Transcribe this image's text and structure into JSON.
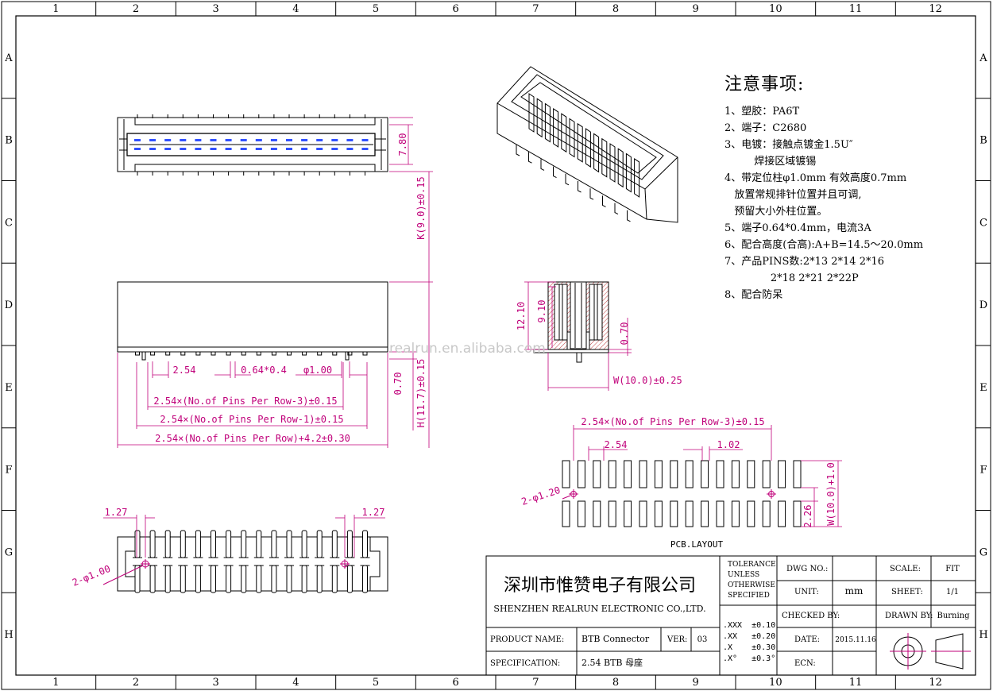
{
  "grid": {
    "columns": [
      "1",
      "2",
      "3",
      "4",
      "5",
      "6",
      "7",
      "8",
      "9",
      "10",
      "11",
      "12"
    ],
    "rows": [
      "A",
      "B",
      "C",
      "D",
      "E",
      "F",
      "G",
      "H"
    ]
  },
  "colors": {
    "line": "#000000",
    "dimension": "#c0007a",
    "pin": "#3050ff",
    "hatch": "#c04040"
  },
  "dims": {
    "top_height": "7.80",
    "overall_k": "K(9.0)±0.15",
    "pitch": "2.54",
    "terminal_size": "0.64*0.4",
    "post_dia": "φ1.00",
    "span_rows_minus_3": "2.54×(No.of Pins Per Row-3)±0.15",
    "span_rows_minus_1": "2.54×(No.of Pins Per Row-1)±0.15",
    "overall_length": "2.54×(No.of Pins Per Row)+4.2±0.30",
    "tail_len": "0.70",
    "overall_h": "H(11.7)±0.15",
    "sec_h1": "12.10",
    "sec_h2": "9.10",
    "sec_tail": "0.70",
    "sec_width": "W(10.0)±0.25",
    "bot_offset_l": "1.27",
    "bot_offset_r": "1.27",
    "bot_hole": "2-φ1.00",
    "pcb_span": "2.54×(No.of Pins Per Row-3)±0.15",
    "pcb_pitch": "2.54",
    "pcb_pad_w": "1.02",
    "pcb_hole": "2-φ1.20",
    "pcb_row": "2.26",
    "pcb_width": "W(10.0)+1.0",
    "pcb_label": "PCB.LAYOUT"
  },
  "watermark": "realrun.en.alibaba.com",
  "notes": {
    "title": "注意事项:",
    "items": [
      "1、塑胶：PA6T",
      "2、端子：C2680",
      "3、电镀：接触点镀金1.5U″",
      "         焊接区域镀锡",
      "4、带定位柱φ1.0mm 有效高度0.7mm",
      "   放置常规排针位置并且可调,",
      "   预留大小外柱位置。",
      "5、端子0.64*0.4mm，电流3A",
      "6、配合高度(合高):A+B=14.5～20.0mm",
      "7、产品PINS数:2*13 2*14 2*16",
      "              2*18 2*21 2*22P",
      "8、配合防呆"
    ]
  },
  "title_block": {
    "company_cn": "深圳市惟赞电子有限公司",
    "company_en": "SHENZHEN REALRUN ELECTRONIC CO.,LTD.",
    "tolerance_label": [
      "TOLERANCE",
      "UNLESS",
      "OTHERWISE",
      "SPECIFIED"
    ],
    "tolerances": [
      ".XXX  ±0.10",
      ".XX   ±0.20",
      ".X    ±0.30",
      ".X°   ±0.3°"
    ],
    "dwg_no_label": "DWG NO.:",
    "dwg_no": "",
    "unit_label": "UNIT:",
    "unit": "mm",
    "checked_label": "CHECKED BY:",
    "checked": "",
    "date_label": "DATE:",
    "date": "2015.11.16",
    "ecn_label": "ECN:",
    "ecn": "",
    "scale_label": "SCALE:",
    "scale": "FIT",
    "sheet_label": "SHEET:",
    "sheet": "1/1",
    "drawn_label": "DRAWN BY:",
    "drawn": "Burning",
    "product_label": "PRODUCT NAME:",
    "product": "BTB Connector",
    "ver_label": "VER:",
    "ver": "03",
    "spec_label": "SPECIFICATION:",
    "spec": "2.54 BTB 母座"
  }
}
